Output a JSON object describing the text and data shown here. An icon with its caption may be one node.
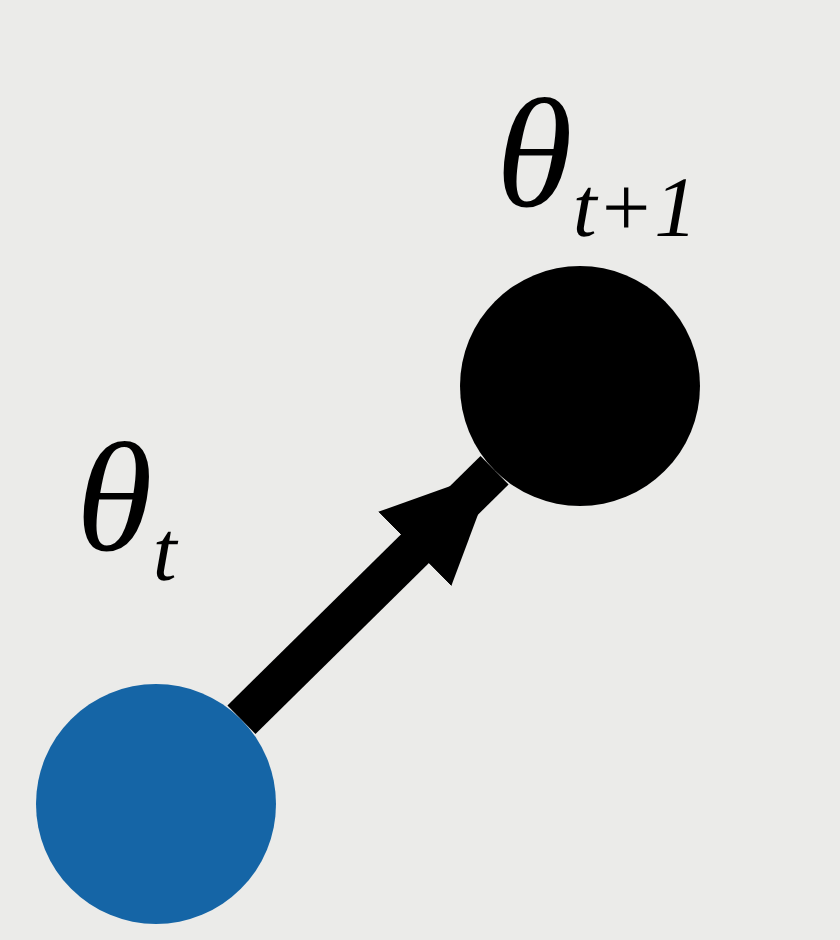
{
  "diagram": {
    "nodes": [
      {
        "text": [],
        "shape": "circle",
        "beside": [
          "θ$_{t}$"
        ]
      },
      {
        "text": [],
        "shape": "circle",
        "beside": [
          "θ$_{t+1}$"
        ]
      }
    ],
    "edges": [
      {
        "from": 0,
        "to": 1,
        "arrow": "to"
      }
    ]
  }
}
